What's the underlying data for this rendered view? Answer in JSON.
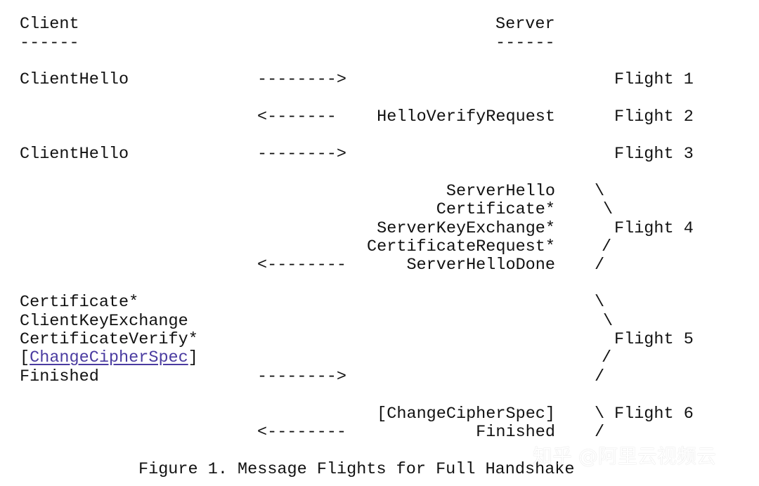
{
  "header": {
    "client_label": "Client",
    "client_rule": "------",
    "server_label": "Server",
    "server_rule": "------"
  },
  "rows": [
    {
      "client": "ClientHello",
      "arrow": "-------->",
      "server": "",
      "bracket": "",
      "flight": "Flight 1"
    },
    {
      "client": "",
      "arrow": "<-------",
      "server": "HelloVerifyRequest",
      "bracket": "",
      "flight": "Flight 2"
    },
    {
      "client": "ClientHello",
      "arrow": "-------->",
      "server": "",
      "bracket": "",
      "flight": "Flight 3"
    },
    {
      "client": "",
      "arrow": "",
      "server": "ServerHello",
      "bracket": "\\",
      "flight": ""
    },
    {
      "client": "",
      "arrow": "",
      "server": "Certificate*",
      "bracket": "\\",
      "flight": ""
    },
    {
      "client": "",
      "arrow": "",
      "server": "ServerKeyExchange*",
      "bracket": "",
      "flight": "Flight 4"
    },
    {
      "client": "",
      "arrow": "",
      "server": "CertificateRequest*",
      "bracket": "/",
      "flight": ""
    },
    {
      "client": "",
      "arrow": "<--------",
      "server": "ServerHelloDone",
      "bracket": "/",
      "flight": ""
    },
    {
      "client": "Certificate*",
      "arrow": "",
      "server": "",
      "bracket": "\\",
      "flight": ""
    },
    {
      "client": "ClientKeyExchange",
      "arrow": "",
      "server": "",
      "bracket": "\\",
      "flight": ""
    },
    {
      "client": "CertificateVerify*",
      "arrow": "",
      "server": "",
      "bracket": "",
      "flight": "Flight 5"
    },
    {
      "client_prefix": "[",
      "client_link": "ChangeCipherSpec",
      "client_suffix": "]",
      "arrow": "",
      "server": "",
      "bracket": "/",
      "flight": ""
    },
    {
      "client": "Finished",
      "arrow": "-------->",
      "server": "",
      "bracket": "/",
      "flight": ""
    },
    {
      "client": "",
      "arrow": "",
      "server": "[ChangeCipherSpec]",
      "bracket": "\\",
      "flight": "Flight 6"
    },
    {
      "client": "",
      "arrow": "<--------",
      "server": "Finished",
      "bracket": "/",
      "flight": ""
    }
  ],
  "caption": "Figure 1. Message Flights for Full Handshake",
  "watermark": "知乎 @阿里云视频云",
  "colors": {
    "text": "#111111",
    "link": "#4a3ba0",
    "background": "#ffffff"
  }
}
